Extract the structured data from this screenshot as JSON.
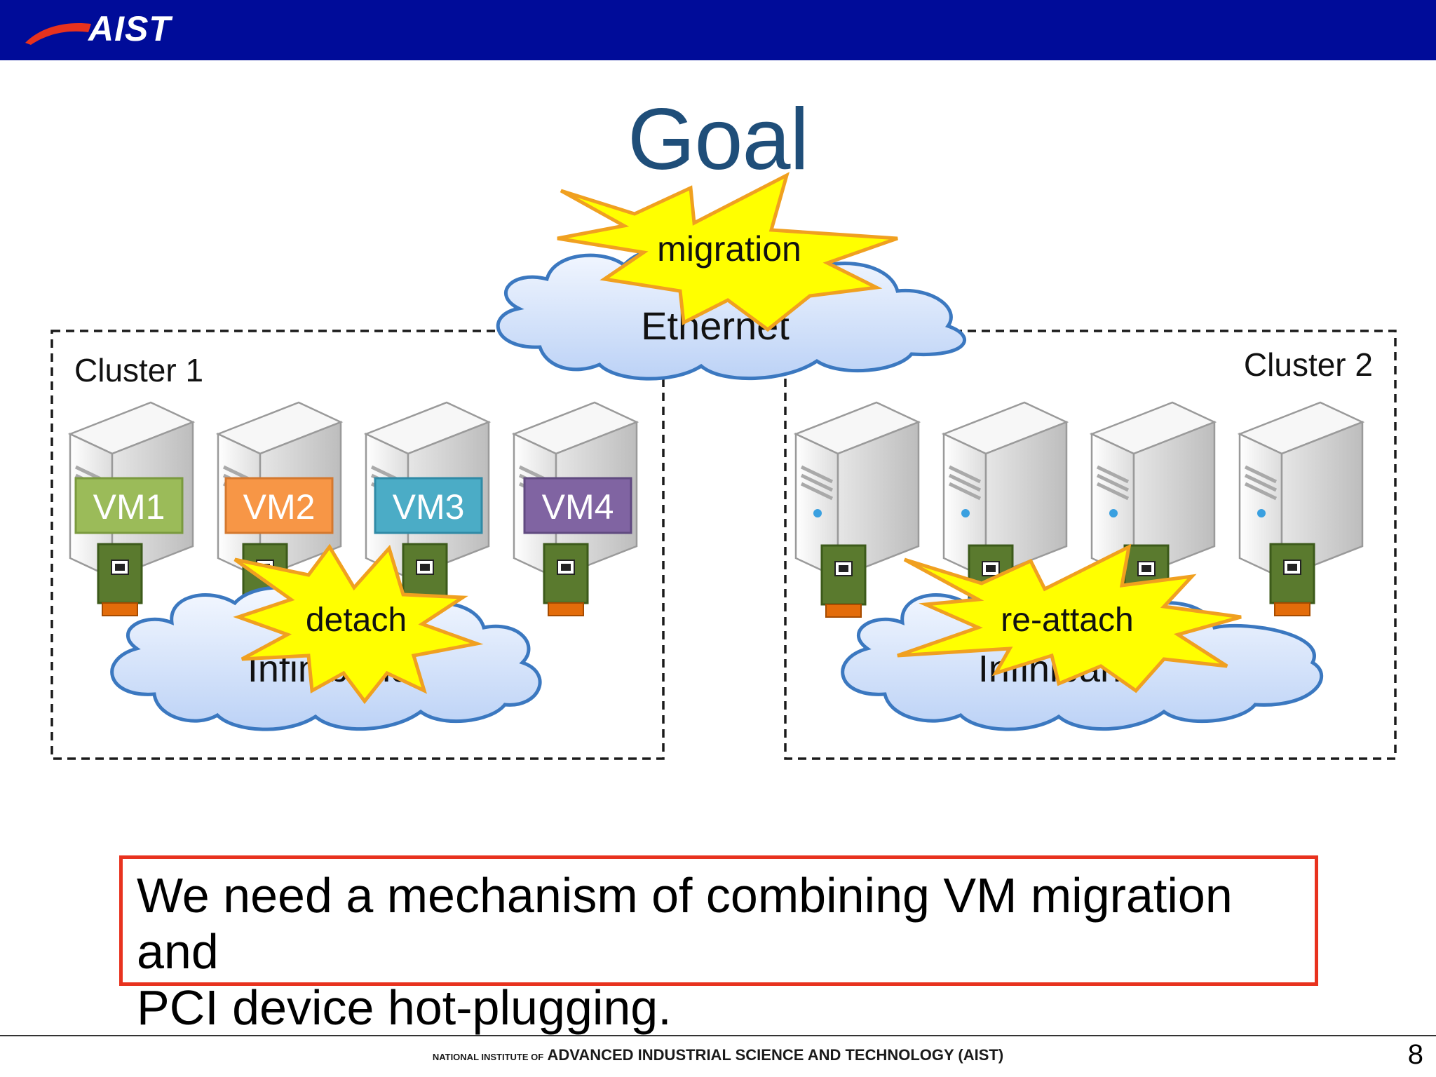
{
  "header": {
    "logo_text": "AIST",
    "bar_color": "#000c99"
  },
  "title": "Goal",
  "network": {
    "ethernet_label": "Ethernet",
    "migration_label": "migration"
  },
  "cluster1": {
    "label": "Cluster 1",
    "network_label": "Infiniband",
    "event_label": "detach",
    "vms": [
      {
        "label": "VM1",
        "color": "#9bbb59"
      },
      {
        "label": "VM2",
        "color": "#f79646"
      },
      {
        "label": "VM3",
        "color": "#4bacc6"
      },
      {
        "label": "VM4",
        "color": "#8064a2"
      }
    ]
  },
  "cluster2": {
    "label": "Cluster 2",
    "network_label": "Infiniband",
    "event_label": "re-attach"
  },
  "callout": {
    "line1": "We need a mechanism of combining VM migration and",
    "line2": "PCI device hot-plugging."
  },
  "footer": {
    "small_text": "NATIONAL INSTITUTE OF",
    "main_text": "ADVANCED INDUSTRIAL SCIENCE AND TECHNOLOGY (AIST)",
    "page_number": "8"
  }
}
